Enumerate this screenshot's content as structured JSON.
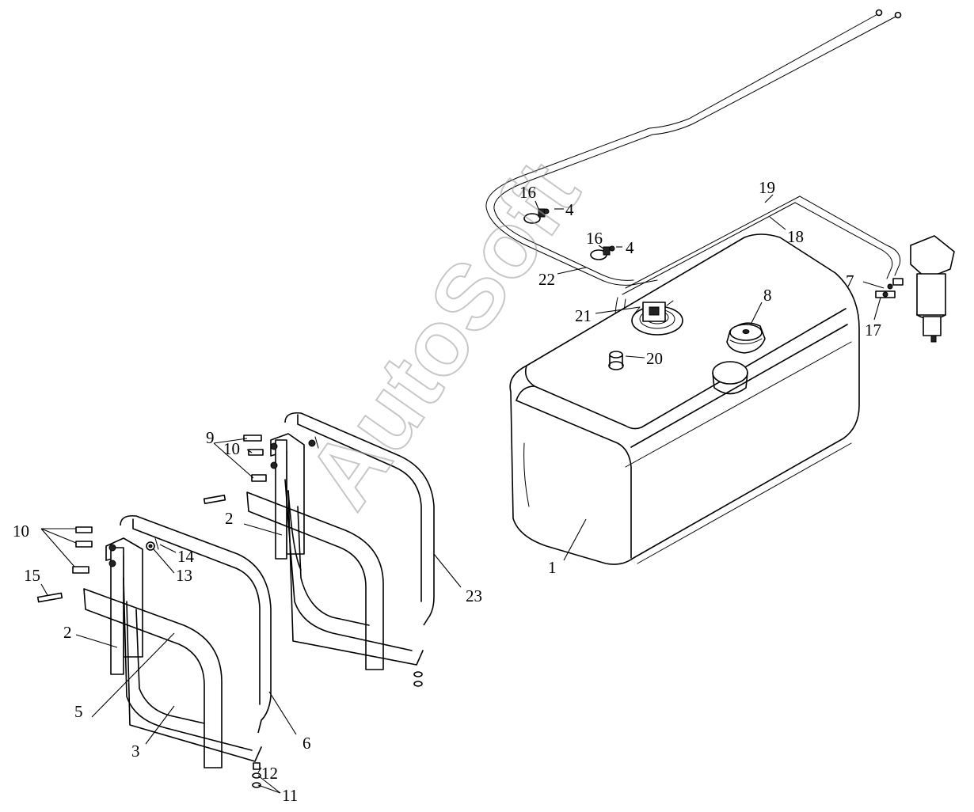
{
  "watermark": "AutoSoft",
  "callouts": [
    {
      "id": "c1",
      "text": "1"
    },
    {
      "id": "c2a",
      "text": "2"
    },
    {
      "id": "c2b",
      "text": "2"
    },
    {
      "id": "c3",
      "text": "3"
    },
    {
      "id": "c4a",
      "text": "4"
    },
    {
      "id": "c4b",
      "text": "4"
    },
    {
      "id": "c5",
      "text": "5"
    },
    {
      "id": "c6",
      "text": "6"
    },
    {
      "id": "c7",
      "text": "7"
    },
    {
      "id": "c8",
      "text": "8"
    },
    {
      "id": "c9",
      "text": "9"
    },
    {
      "id": "c10a",
      "text": "10"
    },
    {
      "id": "c10b",
      "text": "10"
    },
    {
      "id": "c11",
      "text": "11"
    },
    {
      "id": "c12",
      "text": "12"
    },
    {
      "id": "c13",
      "text": "13"
    },
    {
      "id": "c14",
      "text": "14"
    },
    {
      "id": "c15",
      "text": "15"
    },
    {
      "id": "c16a",
      "text": "16"
    },
    {
      "id": "c16b",
      "text": "16"
    },
    {
      "id": "c17",
      "text": "17"
    },
    {
      "id": "c18",
      "text": "18"
    },
    {
      "id": "c19",
      "text": "19"
    },
    {
      "id": "c20",
      "text": "20"
    },
    {
      "id": "c21",
      "text": "21"
    },
    {
      "id": "c22",
      "text": "22"
    },
    {
      "id": "c23",
      "text": "23"
    }
  ]
}
